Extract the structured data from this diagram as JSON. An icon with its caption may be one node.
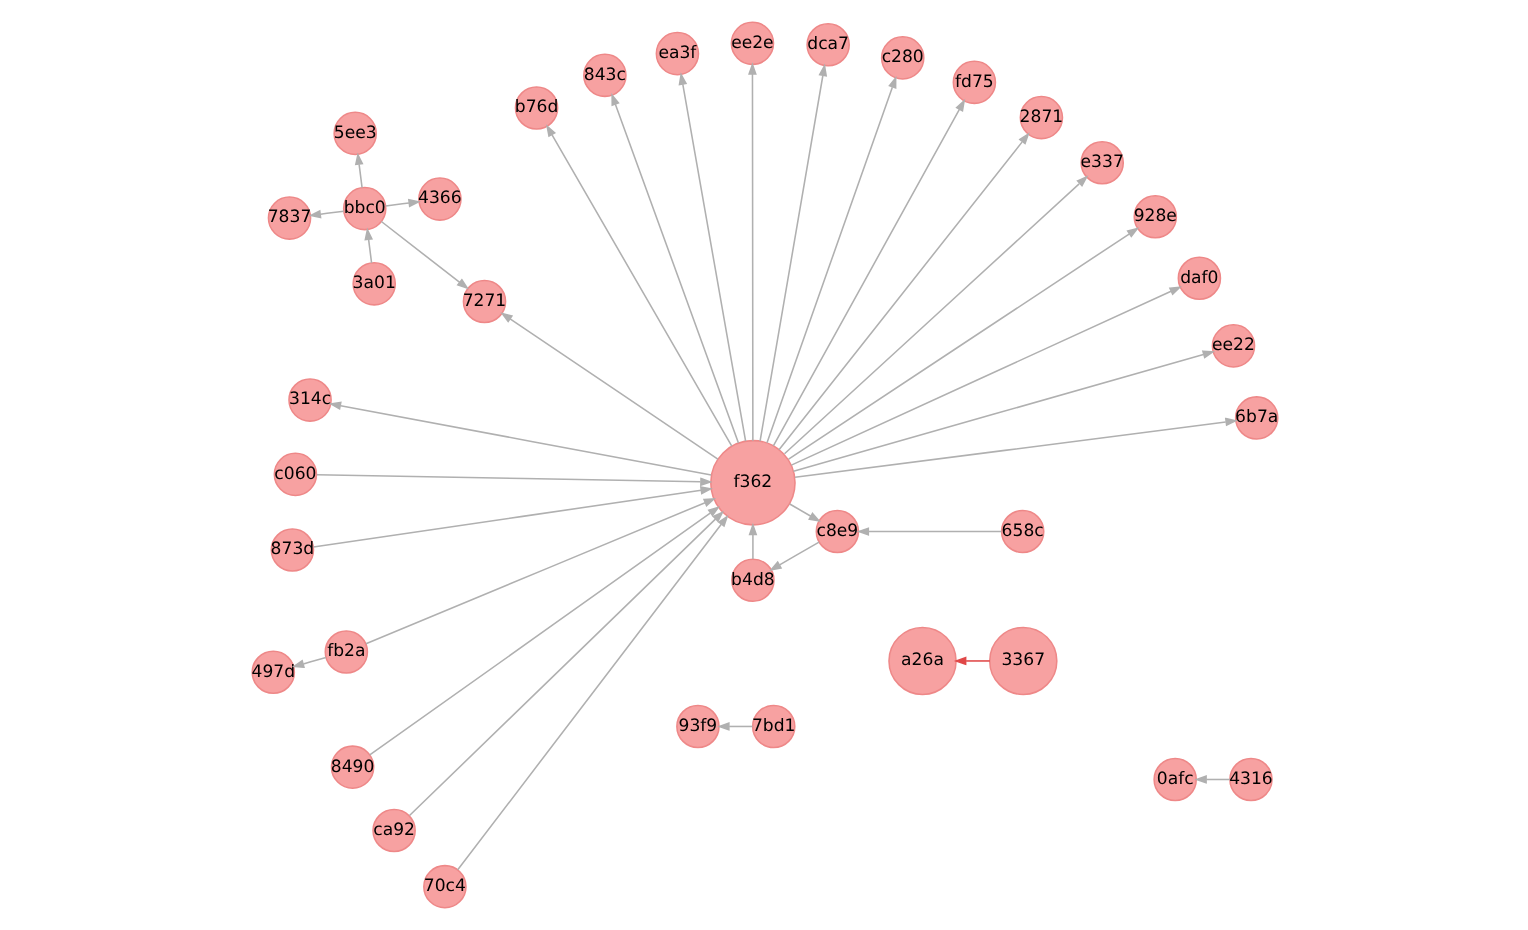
{
  "diagram": {
    "nodes": [
      {
        "text": [
          "f362"
        ]
      },
      {
        "text": [
          "c060"
        ]
      },
      {
        "text": [
          "b4d8"
        ]
      },
      {
        "text": [
          "4366"
        ]
      },
      {
        "text": [
          "5ee3"
        ]
      },
      {
        "text": [
          "7837"
        ]
      },
      {
        "text": [
          "3a01"
        ]
      },
      {
        "text": [
          "bbc0"
        ]
      },
      {
        "text": [
          "c8e9"
        ]
      },
      {
        "text": [
          "658c"
        ]
      },
      {
        "text": [
          "497d"
        ]
      },
      {
        "text": [
          "6b7a"
        ]
      },
      {
        "text": [
          "ee22"
        ]
      },
      {
        "text": [
          "daf0"
        ]
      },
      {
        "text": [
          "93f9"
        ]
      },
      {
        "text": [
          "7bd1"
        ]
      },
      {
        "text": [
          "928e"
        ]
      },
      {
        "text": [
          "e337"
        ]
      },
      {
        "text": [
          "873d"
        ]
      },
      {
        "text": [
          "fb2a"
        ]
      },
      {
        "text": [
          "2871"
        ]
      },
      {
        "text": [
          "fd75"
        ]
      },
      {
        "text": [
          "c280"
        ]
      },
      {
        "text": [
          "dca7"
        ]
      },
      {
        "text": [
          "a26a"
        ]
      },
      {
        "text": [
          "3367"
        ]
      },
      {
        "text": [
          "0afc"
        ]
      },
      {
        "text": [
          "4316"
        ]
      },
      {
        "text": [
          "ee2e"
        ]
      },
      {
        "text": [
          "8490"
        ]
      },
      {
        "text": [
          "ea3f"
        ]
      },
      {
        "text": [
          "843c"
        ]
      },
      {
        "text": [
          "ca92"
        ]
      },
      {
        "text": [
          "b76d"
        ]
      },
      {
        "text": [
          "7271"
        ]
      },
      {
        "text": [
          "314c"
        ]
      },
      {
        "text": [
          "70c4"
        ]
      }
    ],
    "edges": [
      {
        "from": 0,
        "to": 35,
        "arrow": "to"
      },
      {
        "from": 0,
        "to": 34,
        "arrow": "to"
      },
      {
        "from": 7,
        "to": 34,
        "arrow": "to"
      },
      {
        "from": 0,
        "to": 33,
        "arrow": "to"
      },
      {
        "from": 32,
        "to": 0,
        "arrow": "to"
      },
      {
        "from": 0,
        "to": 31,
        "arrow": "to"
      },
      {
        "from": 0,
        "to": 30,
        "arrow": "to"
      },
      {
        "from": 29,
        "to": 0,
        "arrow": "to"
      },
      {
        "from": 0,
        "to": 28,
        "arrow": "to"
      },
      {
        "from": 27,
        "to": 26,
        "arrow": "to"
      },
      {
        "from": 25,
        "to": 24,
        "arrow": "to",
        "color": "#e04848"
      },
      {
        "from": 0,
        "to": 23,
        "arrow": "to"
      },
      {
        "from": 0,
        "to": 22,
        "arrow": "to"
      },
      {
        "from": 0,
        "to": 21,
        "arrow": "to"
      },
      {
        "from": 0,
        "to": 20,
        "arrow": "to"
      },
      {
        "from": 19,
        "to": 0,
        "arrow": "to"
      },
      {
        "from": 19,
        "to": 10,
        "arrow": "to"
      },
      {
        "from": 18,
        "to": 0,
        "arrow": "to"
      },
      {
        "from": 0,
        "to": 17,
        "arrow": "to"
      },
      {
        "from": 0,
        "to": 16,
        "arrow": "to"
      },
      {
        "from": 15,
        "to": 14,
        "arrow": "to"
      },
      {
        "from": 0,
        "to": 13,
        "arrow": "to"
      },
      {
        "from": 0,
        "to": 12,
        "arrow": "to"
      },
      {
        "from": 0,
        "to": 11,
        "arrow": "to"
      },
      {
        "from": 9,
        "to": 8,
        "arrow": "to"
      },
      {
        "from": 0,
        "to": 8,
        "arrow": "to"
      },
      {
        "from": 8,
        "to": 2,
        "arrow": "to"
      },
      {
        "from": 2,
        "to": 0,
        "arrow": "to"
      },
      {
        "from": 1,
        "to": 0,
        "arrow": "to"
      },
      {
        "from": 7,
        "to": 3,
        "arrow": "to"
      },
      {
        "from": 7,
        "to": 4,
        "arrow": "to"
      },
      {
        "from": 7,
        "to": 5,
        "arrow": "to"
      },
      {
        "from": 6,
        "to": 7,
        "arrow": "to"
      },
      {
        "from": 36,
        "to": 0,
        "arrow": "to"
      }
    ]
  }
}
